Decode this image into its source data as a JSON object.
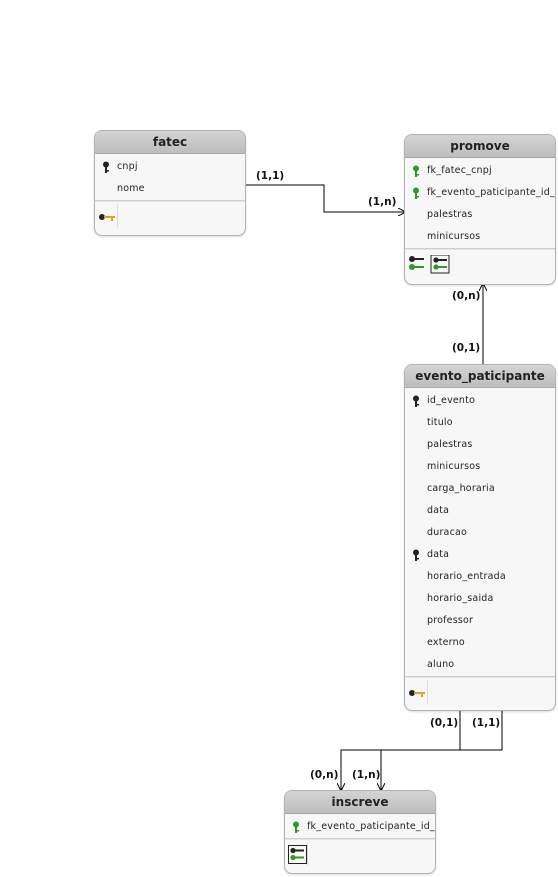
{
  "entities": {
    "fatec": {
      "name": "fatec",
      "attributes": [
        {
          "name": "cnpj",
          "key": "pk"
        },
        {
          "name": "nome",
          "key": ""
        }
      ]
    },
    "promove": {
      "name": "promove",
      "attributes": [
        {
          "name": "fk_fatec_cnpj",
          "key": "fk"
        },
        {
          "name": "fk_evento_paticipante_id_",
          "key": "fk"
        },
        {
          "name": "palestras",
          "key": ""
        },
        {
          "name": "minicursos",
          "key": ""
        }
      ]
    },
    "evento_paticipante": {
      "name": "evento_paticipante",
      "attributes": [
        {
          "name": "id_evento",
          "key": "pk"
        },
        {
          "name": "titulo",
          "key": ""
        },
        {
          "name": "palestras",
          "key": ""
        },
        {
          "name": "minicursos",
          "key": ""
        },
        {
          "name": "carga_horaria",
          "key": ""
        },
        {
          "name": "data",
          "key": ""
        },
        {
          "name": "duracao",
          "key": ""
        },
        {
          "name": "data",
          "key": "pk"
        },
        {
          "name": "horario_entrada",
          "key": ""
        },
        {
          "name": "horario_saida",
          "key": ""
        },
        {
          "name": "professor",
          "key": ""
        },
        {
          "name": "externo",
          "key": ""
        },
        {
          "name": "aluno",
          "key": ""
        }
      ]
    },
    "inscreve": {
      "name": "inscreve",
      "attributes": [
        {
          "name": "fk_evento_paticipante_id_",
          "key": "fk"
        }
      ]
    }
  },
  "cardinalities": {
    "fatec_side": "(1,1)",
    "promove_from_fatec": "(1,n)",
    "promove_from_evento": "(0,n)",
    "evento_to_promove": "(0,1)",
    "evento_to_inscreve_a": "(0,1)",
    "evento_to_inscreve_b": "(1,1)",
    "inscreve_a": "(0,n)",
    "inscreve_b": "(1,n)"
  },
  "colors": {
    "pk_key": "#222222",
    "fk_key": "#2e9a2e",
    "footer_key": "#e0a020",
    "line": "#000000"
  }
}
